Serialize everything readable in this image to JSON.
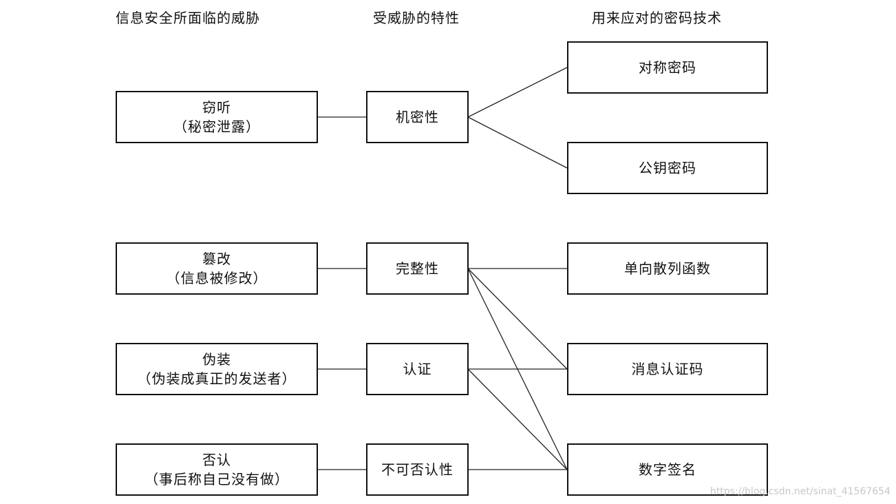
{
  "headers": {
    "threats": "信息安全所面临的威胁",
    "properties": "受威胁的特性",
    "techniques": "用来应对的密码技术"
  },
  "threats": [
    {
      "name": "窃听",
      "detail": "（秘密泄露）"
    },
    {
      "name": "篡改",
      "detail": "（信息被修改）"
    },
    {
      "name": "伪装",
      "detail": "（伪装成真正的发送者）"
    },
    {
      "name": "否认",
      "detail": "（事后称自己没有做）"
    }
  ],
  "properties": [
    {
      "label": "机密性"
    },
    {
      "label": "完整性"
    },
    {
      "label": "认证"
    },
    {
      "label": "不可否认性"
    }
  ],
  "techniques": [
    {
      "label": "对称密码"
    },
    {
      "label": "公钥密码"
    },
    {
      "label": "单向散列函数"
    },
    {
      "label": "消息认证码"
    },
    {
      "label": "数字签名"
    }
  ],
  "watermark": "https://blog.csdn.net/sinat_41567654"
}
